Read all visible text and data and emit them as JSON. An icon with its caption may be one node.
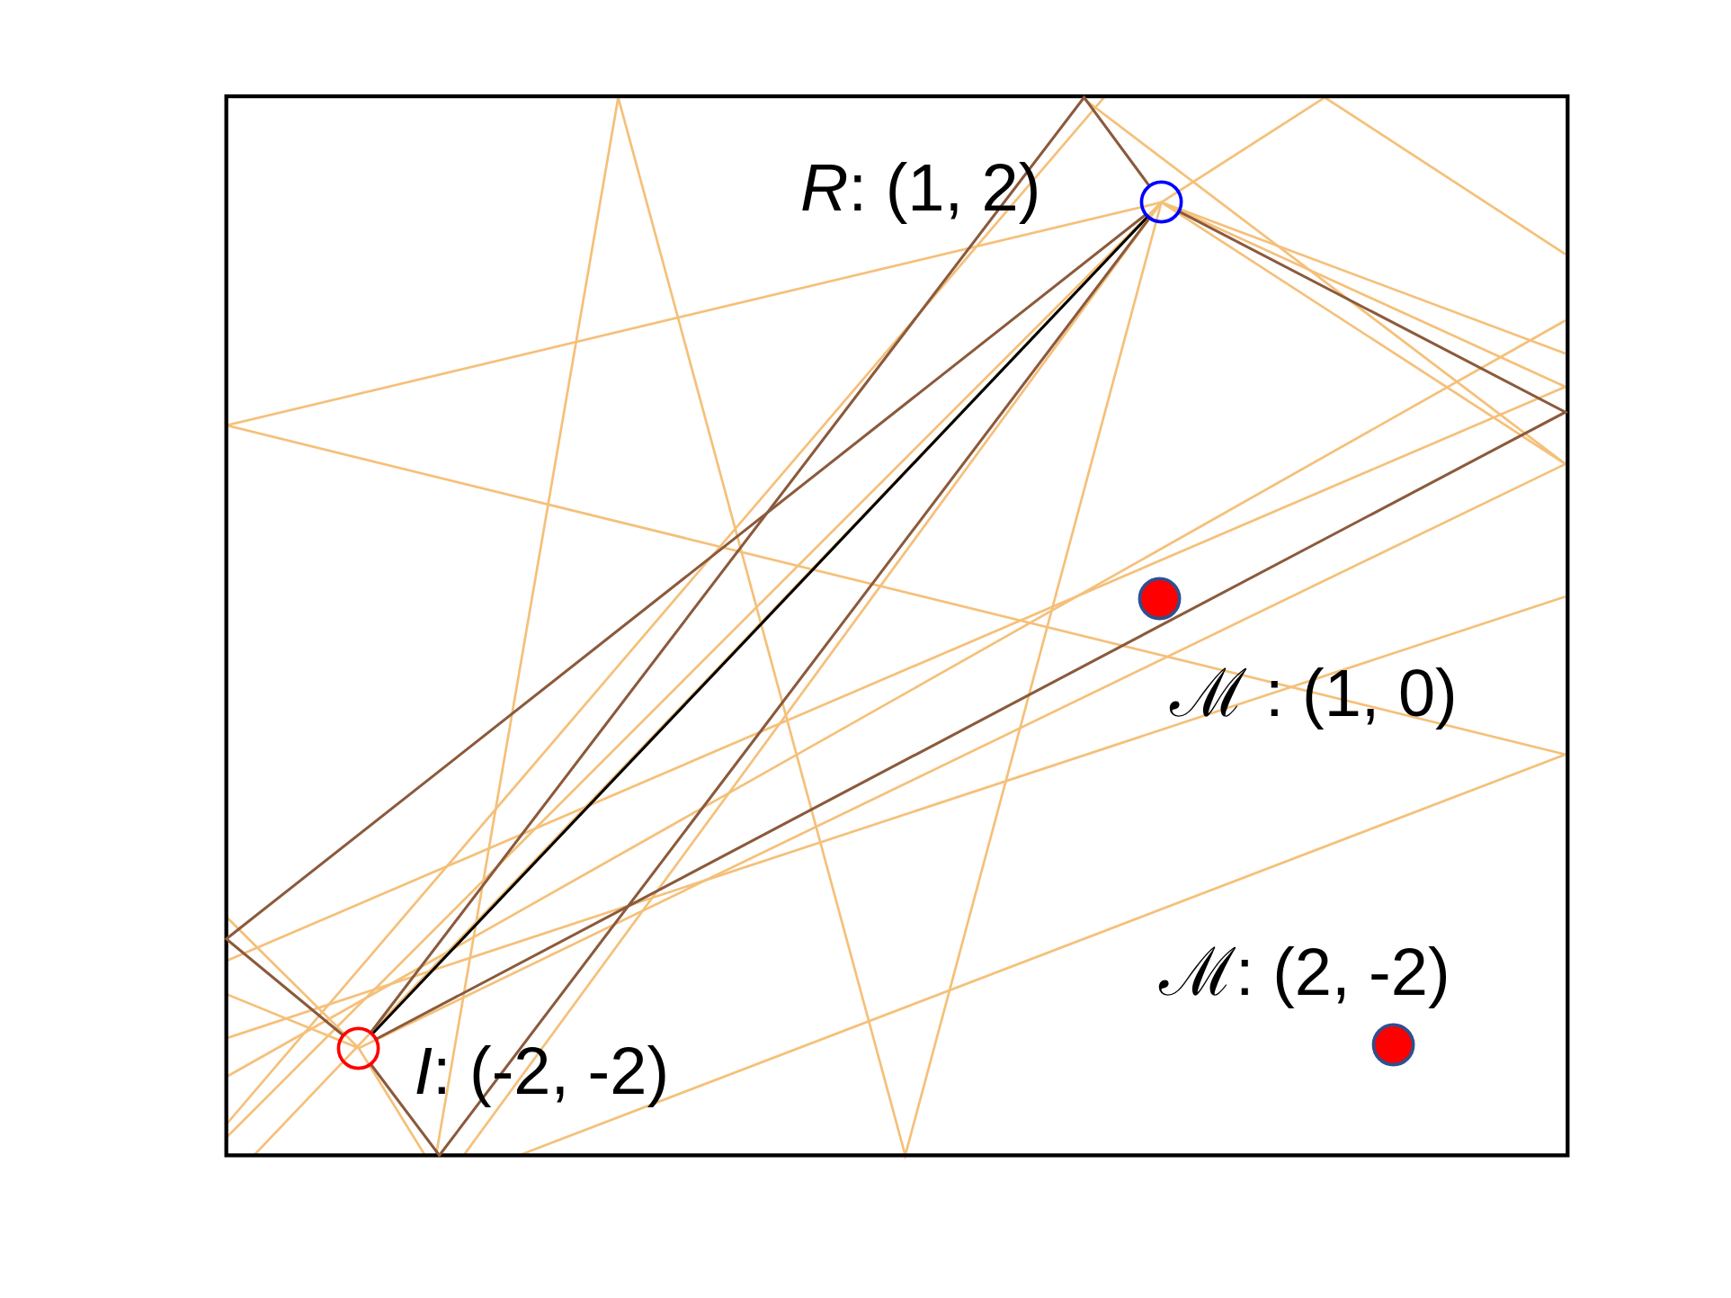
{
  "diagram": {
    "nodes": [
      {
        "text": [],
        "shape": "circle",
        "beside": [
          "*R*: (1, 2)"
        ]
      },
      {
        "text": [],
        "shape": "circle",
        "beside": [
          "ℳ : (1, 0)"
        ]
      },
      {
        "text": [],
        "shape": "circle",
        "beside": [
          "ℳ: (2, -2)"
        ]
      },
      {
        "text": [],
        "shape": "circle",
        "beside": [
          "*I*: (-2, -2)"
        ]
      }
    ],
    "edges": [
      {
        "from": 3,
        "to": 0,
        "arrow": "none",
        "color": "#000000"
      },
      {
        "from": 3,
        "to": 0,
        "arrow": "none"
      },
      {
        "from": 3,
        "to": 0,
        "arrow": "none"
      },
      {
        "from": 3,
        "to": 0,
        "arrow": "none"
      },
      {
        "from": 3,
        "to": 0,
        "arrow": "none"
      }
    ]
  }
}
